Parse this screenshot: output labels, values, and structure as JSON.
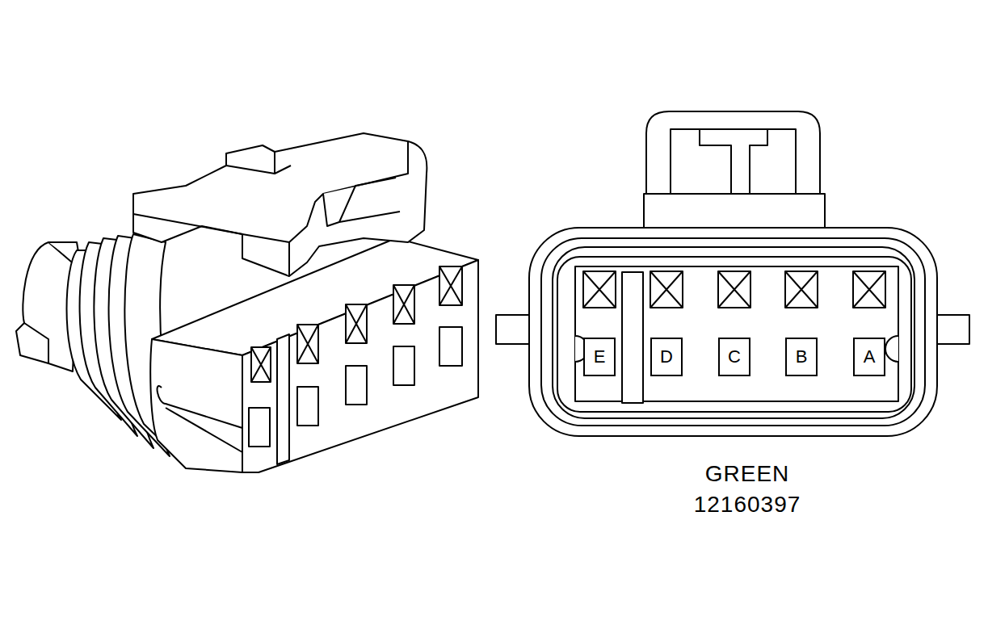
{
  "diagram": {
    "nodes": [
      {
        "text": [
          "E"
        ]
      },
      {
        "text": [
          "D"
        ]
      },
      {
        "text": [
          "C"
        ]
      },
      {
        "text": [
          "B"
        ]
      },
      {
        "text": [
          "A"
        ]
      }
    ],
    "labels": [
      "GREEN",
      "12160397"
    ]
  }
}
